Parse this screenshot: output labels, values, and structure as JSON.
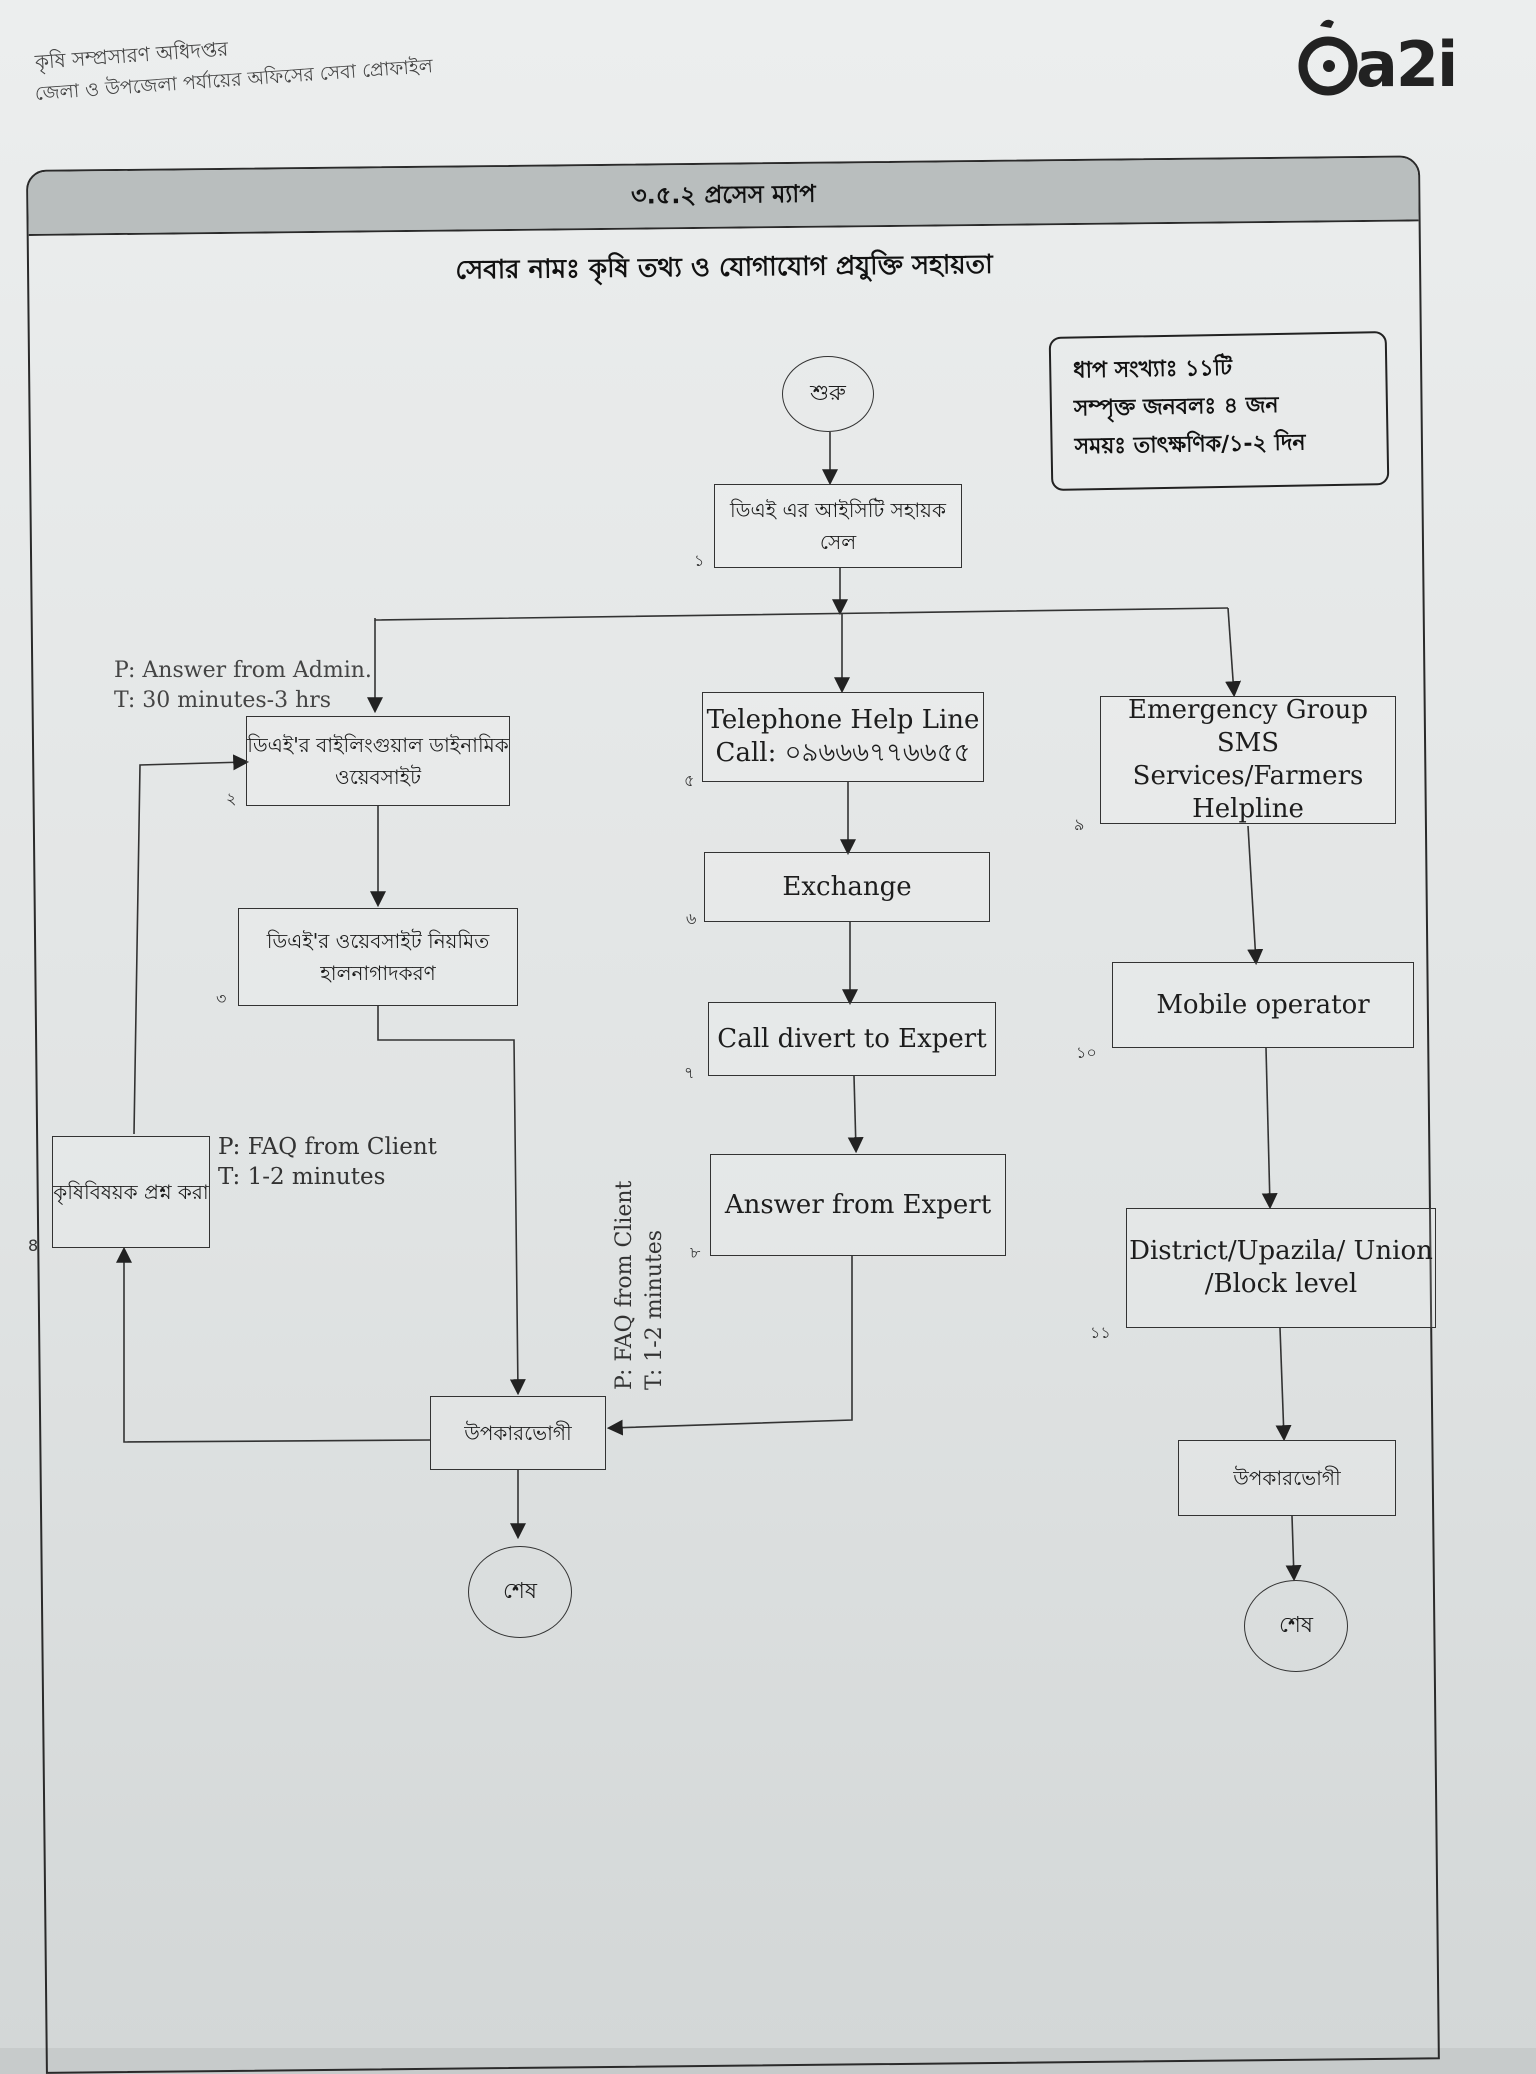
{
  "header": {
    "org": "কৃষি সম্প্রসারণ অধিদপ্তর",
    "subtitle": "জেলা ও উপজেলা পর্যায়ের অফিসের সেবা প্রোফাইল"
  },
  "logo": {
    "text": "a2i",
    "icon": "a2i-logo-icon"
  },
  "section": {
    "title": "৩.৫.২ প্রসেস ম্যাপ",
    "service_name": "সেবার নামঃ কৃষি তথ্য ও যোগাযোগ প্রযুক্তি সহায়তা"
  },
  "info": {
    "steps": "ধাপ সংখ্যাঃ ১১টি",
    "manpower": "সম্পৃক্ত জনবলঃ ৪ জন",
    "time": "সময়ঃ তাৎক্ষণিক/১-২ দিন"
  },
  "flow": {
    "start": "শুরু",
    "end_left": "শেষ",
    "end_right": "শেষ",
    "beneficiary_left": "উপকারভোগী",
    "beneficiary_right": "উপকারভোগী",
    "steps": {
      "s1": {
        "num": "১",
        "label": "ডিএই এর আইসিটি সহায়ক সেল"
      },
      "s2": {
        "num": "২",
        "label": "ডিএই'র বাইলিংগুয়াল ডাইনামিক ওয়েবসাইট"
      },
      "s3": {
        "num": "৩",
        "label": "ডিএই'র ওয়েবসাইট নিয়মিত হালনাগাদকরণ"
      },
      "s4": {
        "num": "8",
        "label": "কৃষিবিষয়ক প্রশ্ন করা"
      },
      "s5": {
        "num": "৫",
        "label": "Telephone Help Line Call: ০৯৬৬৬৭৭৬৬৫৫"
      },
      "s6": {
        "num": "৬",
        "label": "Exchange"
      },
      "s7": {
        "num": "৭",
        "label": "Call divert to Expert"
      },
      "s8": {
        "num": "৮",
        "label": "Answer from Expert"
      },
      "s9": {
        "num": "৯",
        "label": "Emergency Group SMS Services/Farmers Helpline"
      },
      "s10": {
        "num": "১০",
        "label": "Mobile operator"
      },
      "s11": {
        "num": "১১",
        "label": "District/Upazila/ Union /Block level"
      }
    },
    "notes": {
      "admin_p": "P: Answer from Admin.",
      "admin_t": "T: 30 minutes-3 hrs",
      "client_p": "P: FAQ from Client",
      "client_t": "T: 1-2 minutes",
      "vert_p": "P: FAQ from Client",
      "vert_t": "T: 1-2 minutes"
    }
  }
}
